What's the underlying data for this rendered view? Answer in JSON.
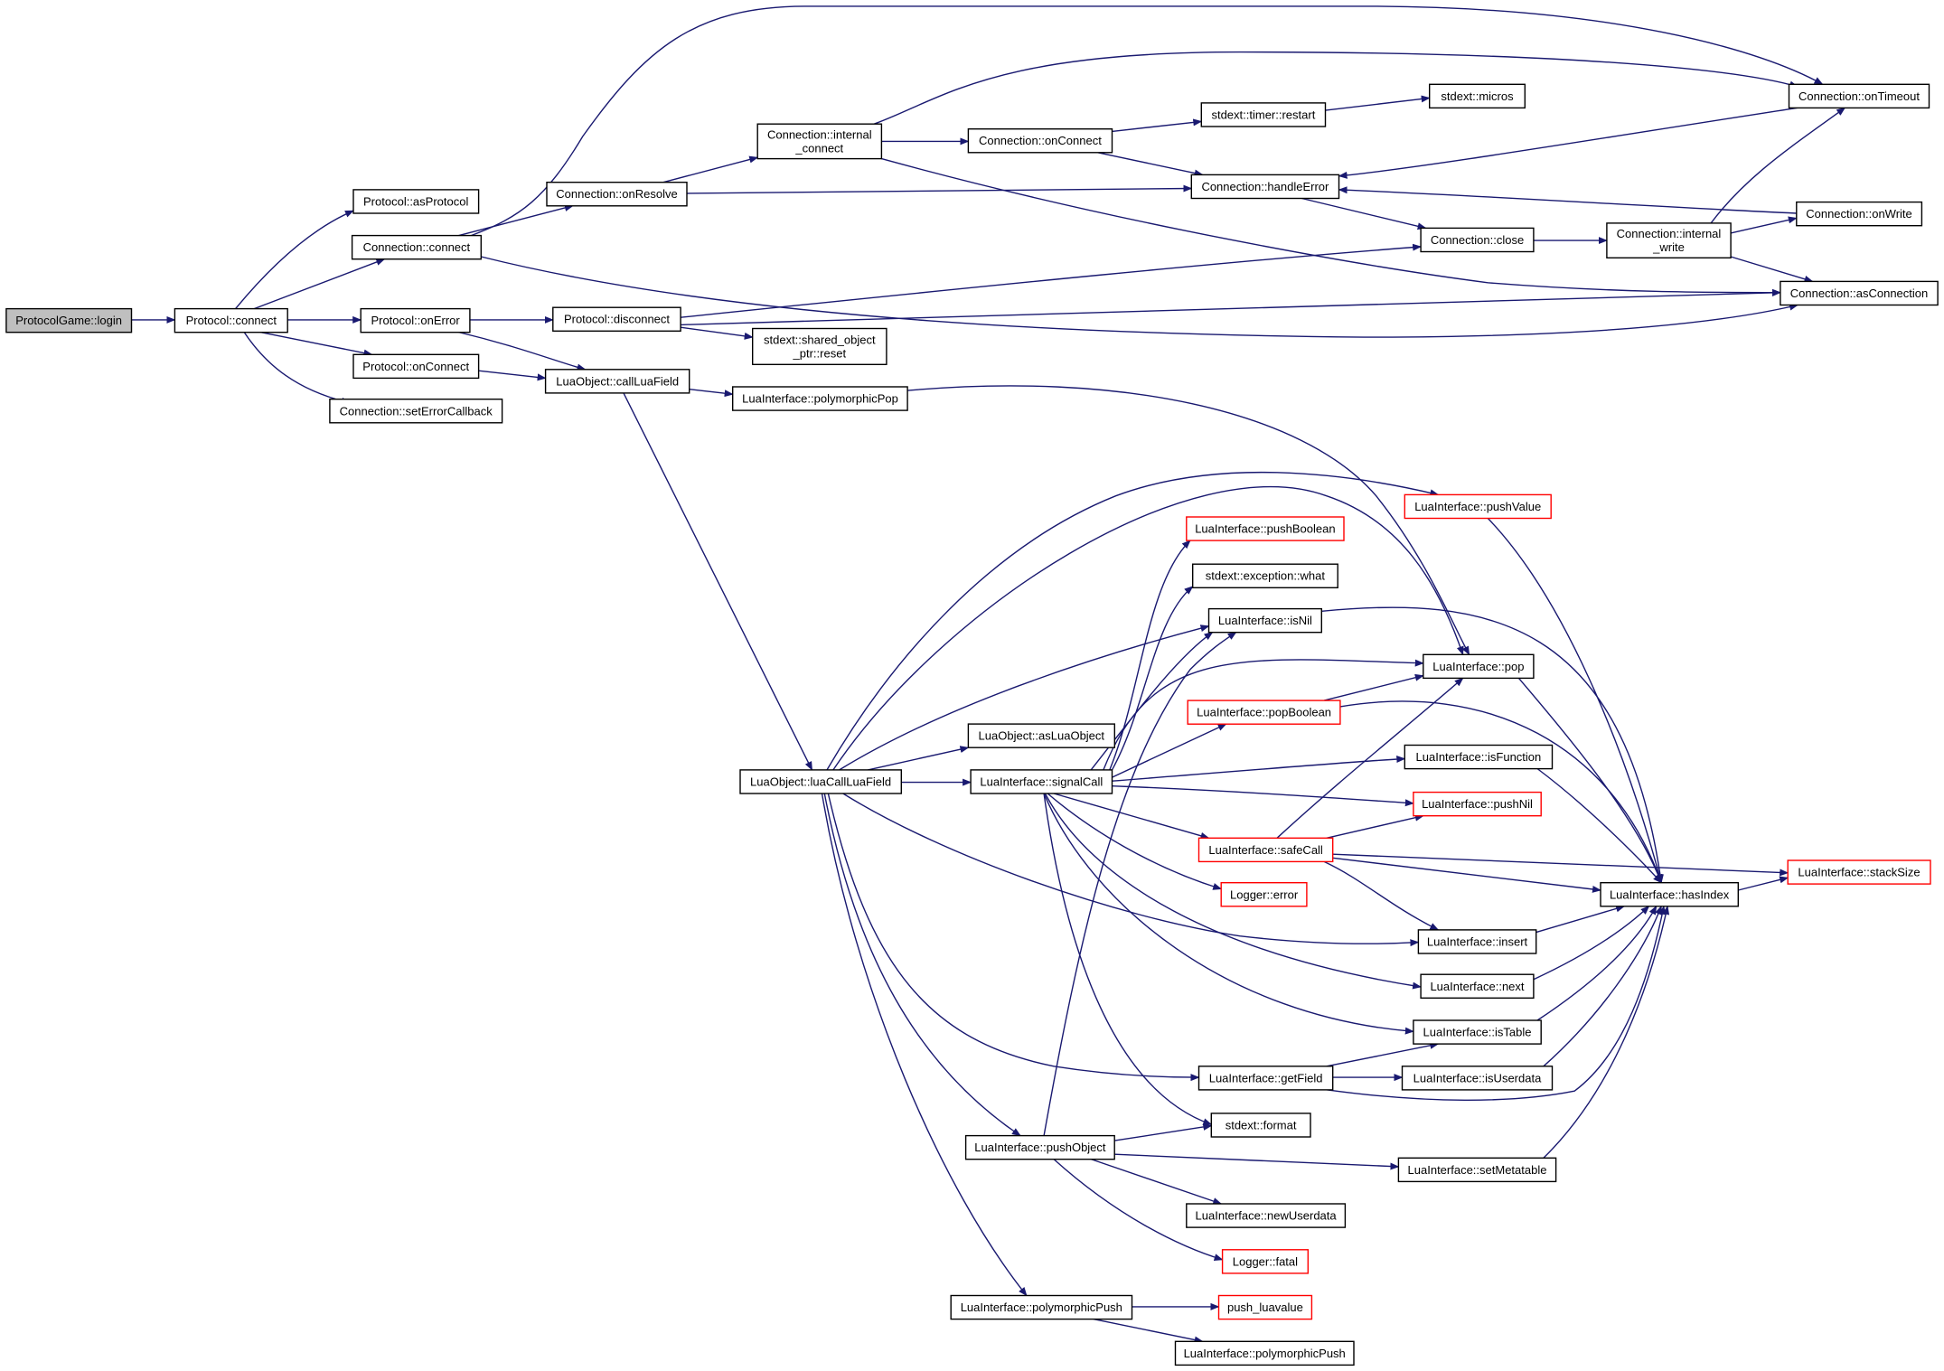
{
  "colors": {
    "edge": "#191970",
    "box_border": "#000000",
    "box_border_unavailable": "#ff0000",
    "root_fill": "#bfbfbf",
    "node_fill": "#ffffff"
  },
  "nodes": [
    {
      "id": "login",
      "label": "ProtocolGame::login",
      "kind": "root"
    },
    {
      "id": "p_connect",
      "label": "Protocol::connect",
      "kind": "normal"
    },
    {
      "id": "p_asProtocol",
      "label": "Protocol::asProtocol",
      "kind": "normal"
    },
    {
      "id": "c_connect",
      "label": "Connection::connect",
      "kind": "normal"
    },
    {
      "id": "p_onError",
      "label": "Protocol::onError",
      "kind": "normal"
    },
    {
      "id": "p_onConnect",
      "label": "Protocol::onConnect",
      "kind": "normal"
    },
    {
      "id": "c_setErrorCallback",
      "label": "Connection::setErrorCallback",
      "kind": "normal"
    },
    {
      "id": "c_onResolve",
      "label": "Connection::onResolve",
      "kind": "normal"
    },
    {
      "id": "p_disconnect",
      "label": "Protocol::disconnect",
      "kind": "normal"
    },
    {
      "id": "shared_reset",
      "label": [
        "stdext::shared_object",
        "_ptr::reset"
      ],
      "kind": "normal"
    },
    {
      "id": "callLuaField",
      "label": "LuaObject::callLuaField",
      "kind": "normal"
    },
    {
      "id": "polymorphicPop",
      "label": "LuaInterface::polymorphicPop",
      "kind": "normal"
    },
    {
      "id": "c_internal_connect",
      "label": [
        "Connection::internal",
        "_connect"
      ],
      "kind": "normal"
    },
    {
      "id": "c_onConnect",
      "label": "Connection::onConnect",
      "kind": "normal"
    },
    {
      "id": "timer_restart",
      "label": "stdext::timer::restart",
      "kind": "normal"
    },
    {
      "id": "micros",
      "label": "stdext::micros",
      "kind": "normal"
    },
    {
      "id": "c_onTimeout",
      "label": "Connection::onTimeout",
      "kind": "normal"
    },
    {
      "id": "c_handleError",
      "label": "Connection::handleError",
      "kind": "normal"
    },
    {
      "id": "c_close",
      "label": "Connection::close",
      "kind": "normal"
    },
    {
      "id": "c_internal_write",
      "label": [
        "Connection::internal",
        "_write"
      ],
      "kind": "normal"
    },
    {
      "id": "c_onWrite",
      "label": "Connection::onWrite",
      "kind": "normal"
    },
    {
      "id": "c_asConnection",
      "label": "Connection::asConnection",
      "kind": "normal"
    },
    {
      "id": "luaCallLuaField",
      "label": "LuaObject::luaCallLuaField",
      "kind": "normal"
    },
    {
      "id": "asLuaObject",
      "label": "LuaObject::asLuaObject",
      "kind": "normal"
    },
    {
      "id": "signalCall",
      "label": "LuaInterface::signalCall",
      "kind": "normal"
    },
    {
      "id": "pushValue",
      "label": "LuaInterface::pushValue",
      "kind": "red"
    },
    {
      "id": "pushBoolean",
      "label": "LuaInterface::pushBoolean",
      "kind": "red"
    },
    {
      "id": "exception_what",
      "label": "stdext::exception::what",
      "kind": "normal"
    },
    {
      "id": "isNil",
      "label": "LuaInterface::isNil",
      "kind": "normal"
    },
    {
      "id": "pop",
      "label": "LuaInterface::pop",
      "kind": "normal"
    },
    {
      "id": "popBoolean",
      "label": "LuaInterface::popBoolean",
      "kind": "red"
    },
    {
      "id": "isFunction",
      "label": "LuaInterface::isFunction",
      "kind": "normal"
    },
    {
      "id": "pushNil",
      "label": "LuaInterface::pushNil",
      "kind": "red"
    },
    {
      "id": "safeCall",
      "label": "LuaInterface::safeCall",
      "kind": "red"
    },
    {
      "id": "stackSize",
      "label": "LuaInterface::stackSize",
      "kind": "red"
    },
    {
      "id": "hasIndex",
      "label": "LuaInterface::hasIndex",
      "kind": "normal"
    },
    {
      "id": "logger_error",
      "label": "Logger::error",
      "kind": "red"
    },
    {
      "id": "insert",
      "label": "LuaInterface::insert",
      "kind": "normal"
    },
    {
      "id": "next",
      "label": "LuaInterface::next",
      "kind": "normal"
    },
    {
      "id": "isTable",
      "label": "LuaInterface::isTable",
      "kind": "normal"
    },
    {
      "id": "getField",
      "label": "LuaInterface::getField",
      "kind": "normal"
    },
    {
      "id": "isUserdata",
      "label": "LuaInterface::isUserdata",
      "kind": "normal"
    },
    {
      "id": "pushObject",
      "label": "LuaInterface::pushObject",
      "kind": "normal"
    },
    {
      "id": "format",
      "label": "stdext::format",
      "kind": "normal"
    },
    {
      "id": "setMetatable",
      "label": "LuaInterface::setMetatable",
      "kind": "normal"
    },
    {
      "id": "newUserdata",
      "label": "LuaInterface::newUserdata",
      "kind": "normal"
    },
    {
      "id": "logger_fatal",
      "label": "Logger::fatal",
      "kind": "red"
    },
    {
      "id": "polymorphicPush",
      "label": "LuaInterface::polymorphicPush",
      "kind": "normal"
    },
    {
      "id": "push_luavalue",
      "label": "push_luavalue",
      "kind": "red"
    },
    {
      "id": "polymorphicPush2",
      "label": "LuaInterface::polymorphicPush",
      "kind": "normal"
    }
  ],
  "edges": [
    [
      "login",
      "p_connect"
    ],
    [
      "p_connect",
      "p_asProtocol"
    ],
    [
      "p_connect",
      "c_connect"
    ],
    [
      "p_connect",
      "p_onError"
    ],
    [
      "p_connect",
      "p_onConnect"
    ],
    [
      "p_connect",
      "c_setErrorCallback"
    ],
    [
      "c_connect",
      "c_onResolve"
    ],
    [
      "c_connect",
      "c_onTimeout"
    ],
    [
      "c_connect",
      "c_asConnection"
    ],
    [
      "c_onResolve",
      "c_internal_connect"
    ],
    [
      "c_onResolve",
      "c_handleError"
    ],
    [
      "c_internal_connect",
      "c_onConnect"
    ],
    [
      "c_internal_connect",
      "c_onTimeout"
    ],
    [
      "c_internal_connect",
      "c_asConnection"
    ],
    [
      "c_onConnect",
      "timer_restart"
    ],
    [
      "c_onConnect",
      "c_handleError"
    ],
    [
      "timer_restart",
      "micros"
    ],
    [
      "c_onTimeout",
      "c_handleError"
    ],
    [
      "c_handleError",
      "c_close"
    ],
    [
      "c_close",
      "c_internal_write"
    ],
    [
      "c_internal_write",
      "c_onTimeout"
    ],
    [
      "c_internal_write",
      "c_onWrite"
    ],
    [
      "c_internal_write",
      "c_asConnection"
    ],
    [
      "c_onWrite",
      "c_handleError"
    ],
    [
      "p_onError",
      "p_disconnect"
    ],
    [
      "p_onError",
      "callLuaField"
    ],
    [
      "p_onConnect",
      "callLuaField"
    ],
    [
      "p_disconnect",
      "c_close"
    ],
    [
      "p_disconnect",
      "shared_reset"
    ],
    [
      "p_disconnect",
      "c_asConnection"
    ],
    [
      "callLuaField",
      "polymorphicPop"
    ],
    [
      "callLuaField",
      "luaCallLuaField"
    ],
    [
      "polymorphicPop",
      "pop"
    ],
    [
      "luaCallLuaField",
      "asLuaObject"
    ],
    [
      "luaCallLuaField",
      "signalCall"
    ],
    [
      "luaCallLuaField",
      "pushValue"
    ],
    [
      "luaCallLuaField",
      "isNil"
    ],
    [
      "luaCallLuaField",
      "pop"
    ],
    [
      "luaCallLuaField",
      "insert"
    ],
    [
      "luaCallLuaField",
      "getField"
    ],
    [
      "luaCallLuaField",
      "pushObject"
    ],
    [
      "luaCallLuaField",
      "polymorphicPush"
    ],
    [
      "signalCall",
      "pushBoolean"
    ],
    [
      "signalCall",
      "exception_what"
    ],
    [
      "signalCall",
      "isNil"
    ],
    [
      "signalCall",
      "pop"
    ],
    [
      "signalCall",
      "popBoolean"
    ],
    [
      "signalCall",
      "isFunction"
    ],
    [
      "signalCall",
      "pushNil"
    ],
    [
      "signalCall",
      "safeCall"
    ],
    [
      "signalCall",
      "logger_error"
    ],
    [
      "signalCall",
      "next"
    ],
    [
      "signalCall",
      "isTable"
    ],
    [
      "signalCall",
      "format"
    ],
    [
      "pushValue",
      "hasIndex"
    ],
    [
      "isNil",
      "hasIndex"
    ],
    [
      "pop",
      "hasIndex"
    ],
    [
      "popBoolean",
      "pop"
    ],
    [
      "popBoolean",
      "hasIndex"
    ],
    [
      "isFunction",
      "hasIndex"
    ],
    [
      "safeCall",
      "pop"
    ],
    [
      "safeCall",
      "pushNil"
    ],
    [
      "safeCall",
      "stackSize"
    ],
    [
      "safeCall",
      "hasIndex"
    ],
    [
      "safeCall",
      "insert"
    ],
    [
      "hasIndex",
      "stackSize"
    ],
    [
      "insert",
      "hasIndex"
    ],
    [
      "next",
      "hasIndex"
    ],
    [
      "isTable",
      "hasIndex"
    ],
    [
      "getField",
      "isTable"
    ],
    [
      "getField",
      "isUserdata"
    ],
    [
      "getField",
      "hasIndex"
    ],
    [
      "isUserdata",
      "hasIndex"
    ],
    [
      "pushObject",
      "isNil"
    ],
    [
      "pushObject",
      "format"
    ],
    [
      "pushObject",
      "setMetatable"
    ],
    [
      "pushObject",
      "newUserdata"
    ],
    [
      "pushObject",
      "logger_fatal"
    ],
    [
      "setMetatable",
      "hasIndex"
    ],
    [
      "polymorphicPush",
      "push_luavalue"
    ],
    [
      "polymorphicPush",
      "polymorphicPush2"
    ]
  ]
}
